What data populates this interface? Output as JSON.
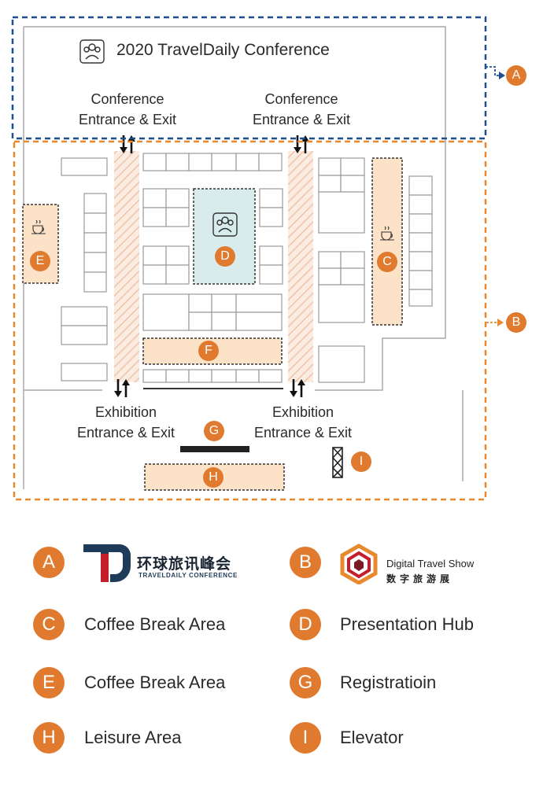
{
  "venue": {
    "title": "2020 TravelDaily Conference",
    "conference_entrances": [
      "Conference\nEntrance & Exit",
      "Conference\nEntrance & Exit"
    ],
    "exhibition_entrances": [
      "Exhibition\nEntrance & Exit",
      "Exhibition\nEntrance & Exit"
    ]
  },
  "markers": {
    "A": "A",
    "B": "B",
    "C": "C",
    "D": "D",
    "E": "E",
    "F": "F",
    "G": "G",
    "H": "H",
    "I": "I"
  },
  "colors": {
    "zone_a_border": "#1f4e8c",
    "zone_b_border": "#e8892f",
    "accent": "#e07a2e",
    "area_fill": "#fce2c6",
    "presentation_fill": "#d9ecec"
  },
  "legend": {
    "A": {
      "letter": "A",
      "logo_cn": "环球旅讯峰会",
      "logo_en": "TRAVELDAILY CONFERENCE"
    },
    "B": {
      "letter": "B",
      "logo_en": "Digital Travel Show",
      "logo_cn": "数字旅游展"
    },
    "C": {
      "letter": "C",
      "label": "Coffee Break Area"
    },
    "D": {
      "letter": "D",
      "label": "Presentation Hub"
    },
    "E": {
      "letter": "E",
      "label": "Coffee Break Area"
    },
    "G": {
      "letter": "G",
      "label": "Registratioin"
    },
    "H": {
      "letter": "H",
      "label": "Leisure Area"
    },
    "I": {
      "letter": "I",
      "label": "Elevator"
    }
  }
}
